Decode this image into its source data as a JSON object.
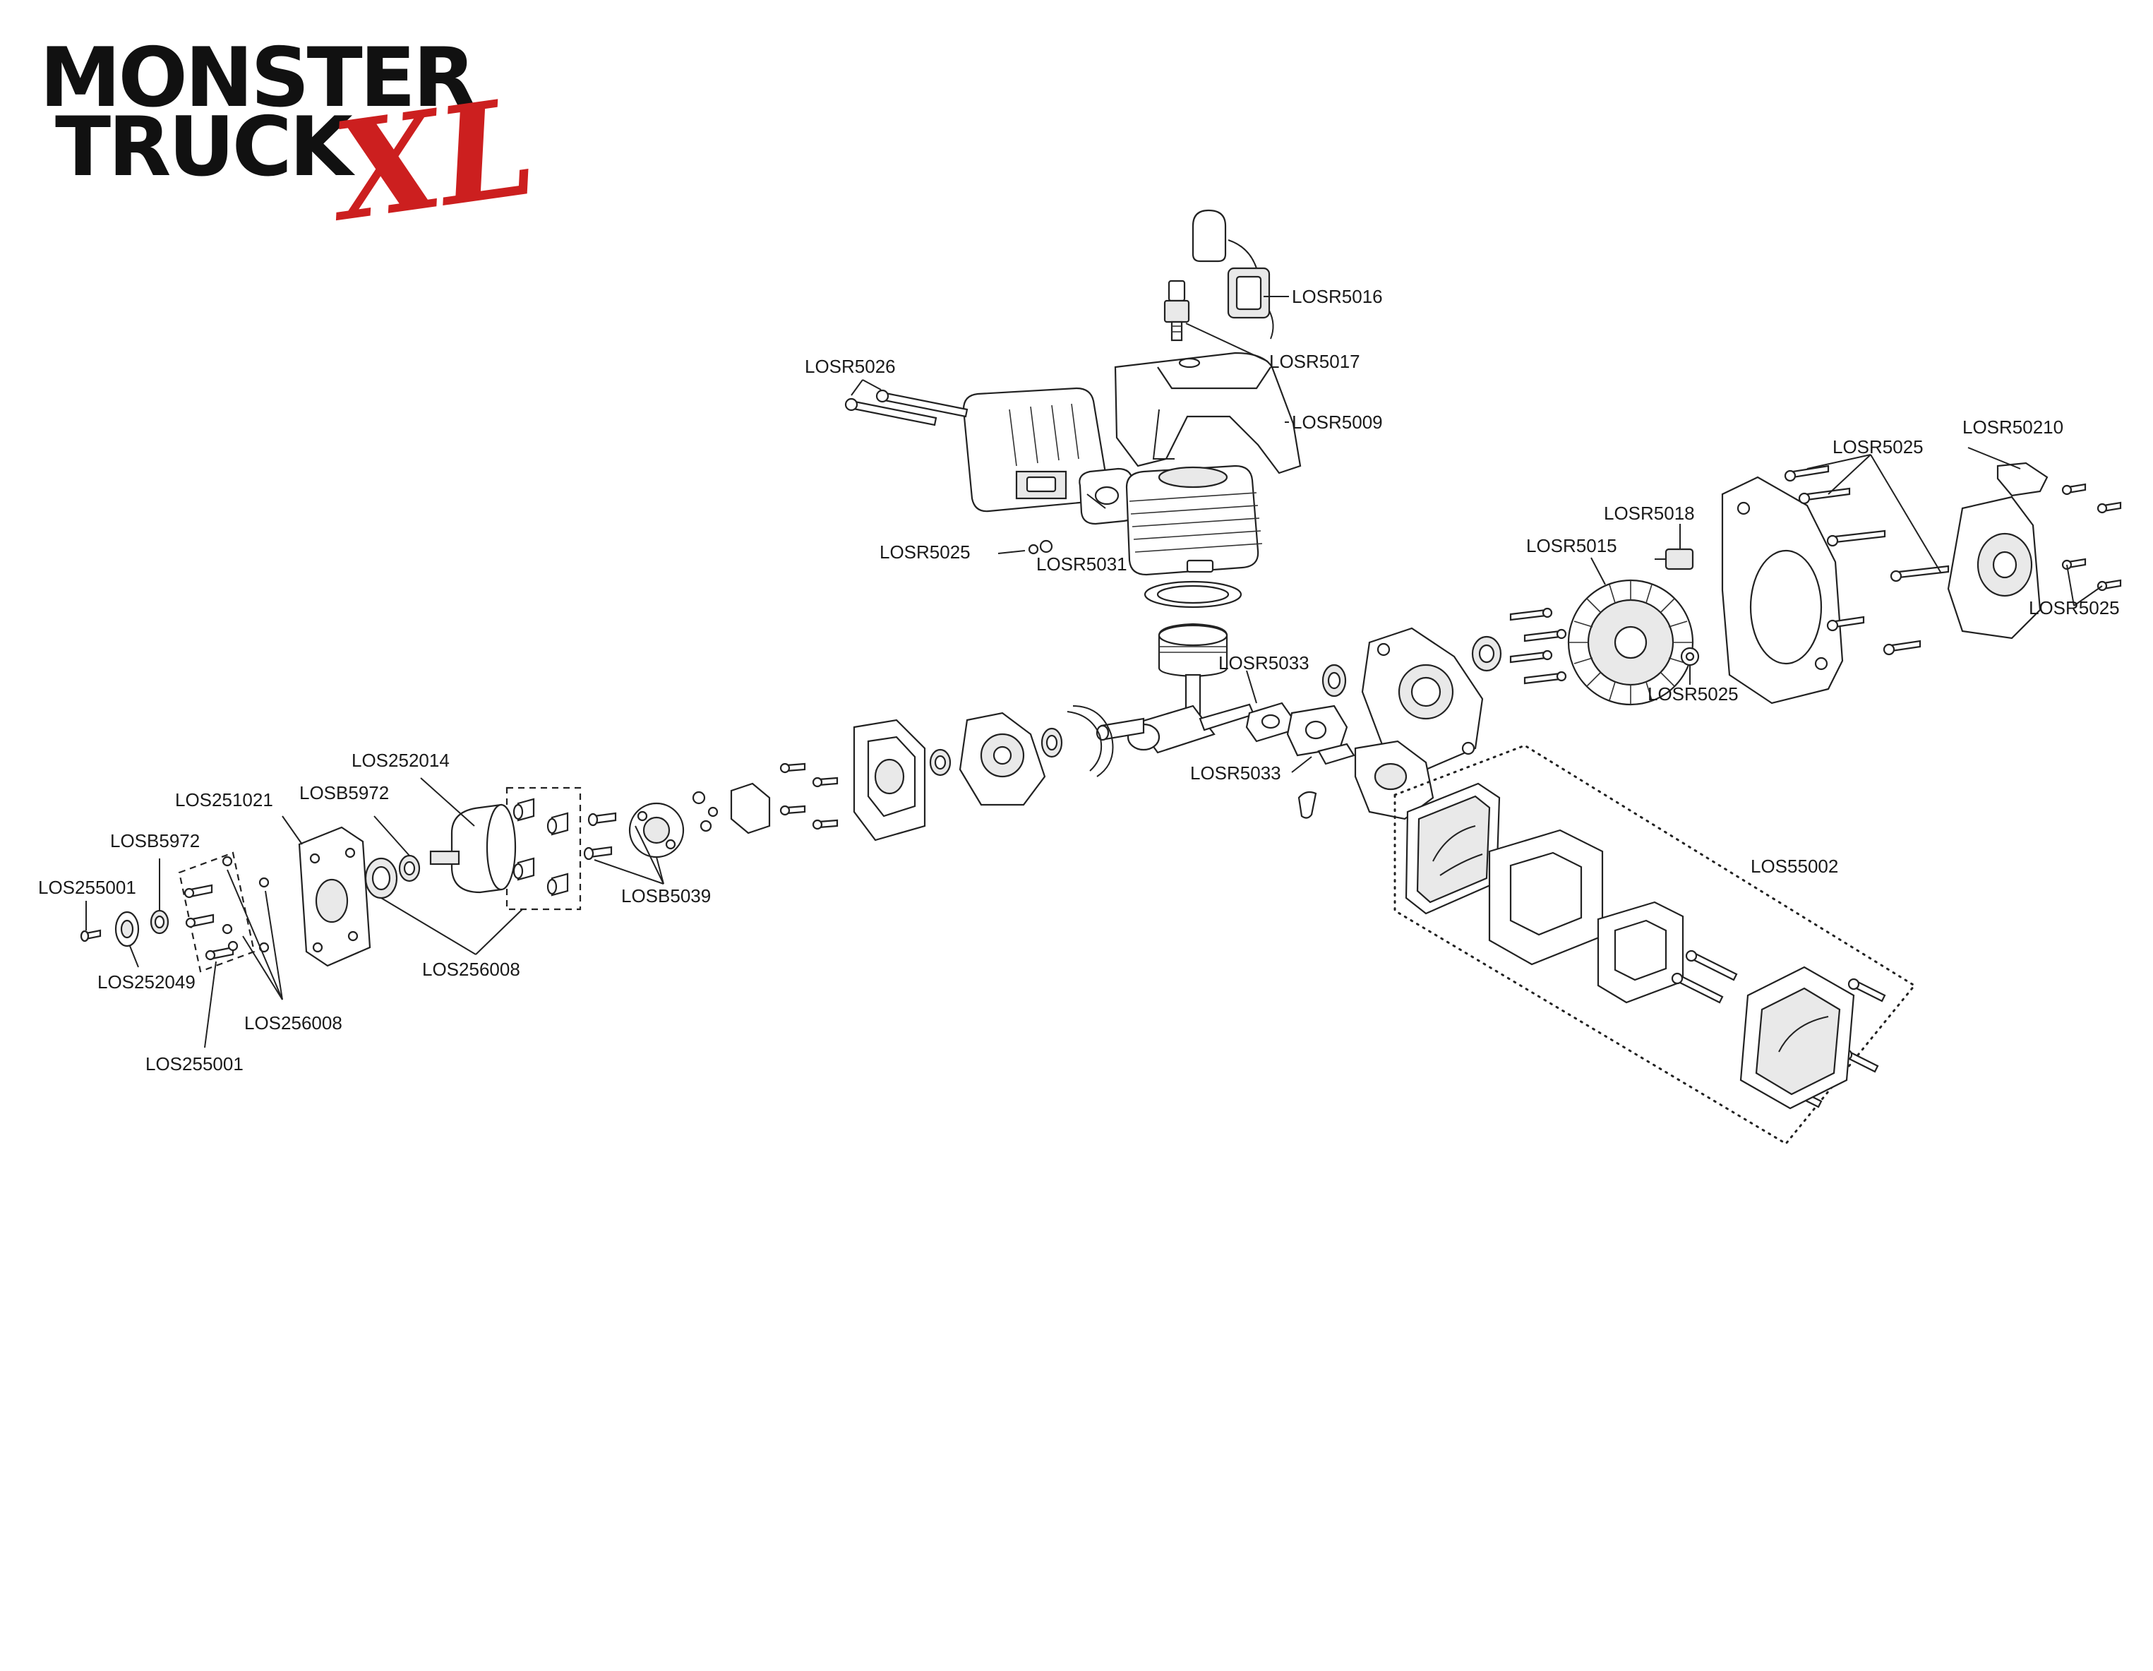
{
  "logo": {
    "line1": "MONSTER",
    "line2": "TRUCK",
    "suffix": "XL",
    "text_color": "#111111",
    "accent_color": "#cc1f1f"
  },
  "callouts": [
    "LOSR5016",
    "LOSR5017",
    "LOSR5026",
    "LOSR5009",
    "LOSR5025",
    "LOSR5031",
    "LOSR5025",
    "LOSR50210",
    "LOSR5018",
    "LOSR5015",
    "LOSR5025",
    "LOSR5025",
    "LOSR5033",
    "LOSR5033",
    "LOS252014",
    "LOS251021",
    "LOSB5972",
    "LOSB5972",
    "LOS255001",
    "LOSB5039",
    "LOS55002",
    "LOS256008",
    "LOS252049",
    "LOS256008",
    "LOS255001"
  ]
}
